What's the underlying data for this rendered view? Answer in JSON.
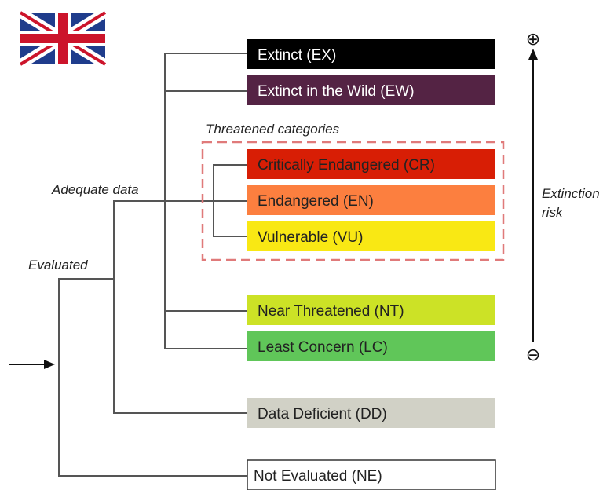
{
  "flag_icon": "uk-flag-icon",
  "labels": {
    "threatened": "Threatened categories",
    "adequate": "Adequate data",
    "evaluated": "Evaluated",
    "risk_line1": "Extinction",
    "risk_line2": "risk"
  },
  "symbols": {
    "plus": "⊕",
    "minus": "⊖"
  },
  "categories": [
    {
      "key": "ex",
      "label": "Extinct (EX)",
      "color": "#000000",
      "text_color": "#ffffff"
    },
    {
      "key": "ew",
      "label": "Extinct in the Wild (EW)",
      "color": "#542344",
      "text_color": "#ffffff"
    },
    {
      "key": "cr",
      "label": "Critically Endangered (CR)",
      "color": "#d81e05",
      "text_color": "#222222"
    },
    {
      "key": "en",
      "label": "Endangered (EN)",
      "color": "#fc7f3f",
      "text_color": "#222222"
    },
    {
      "key": "vu",
      "label": "Vulnerable (VU)",
      "color": "#f9e814",
      "text_color": "#222222"
    },
    {
      "key": "nt",
      "label": "Near Threatened (NT)",
      "color": "#cce226",
      "text_color": "#222222"
    },
    {
      "key": "lc",
      "label": "Least Concern (LC)",
      "color": "#60c659",
      "text_color": "#222222"
    },
    {
      "key": "dd",
      "label": "Data Deficient (DD)",
      "color": "#d1d1c6",
      "text_color": "#222222"
    },
    {
      "key": "ne",
      "label": "Not Evaluated (NE)",
      "color": "#ffffff",
      "text_color": "#222222"
    }
  ]
}
